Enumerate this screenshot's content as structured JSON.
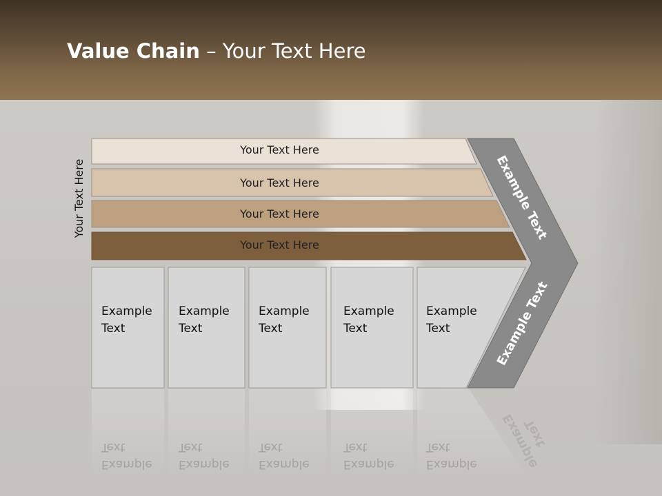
{
  "slide": {
    "title_bold": "Value Chain",
    "title_rest": " – Your Text Here"
  },
  "diagram": {
    "side_label": "Your Text Here",
    "rows": [
      {
        "label": "Your Text Here",
        "color": "#ebe2d7"
      },
      {
        "label": "Your Text Here",
        "color": "#d8c4ad"
      },
      {
        "label": "Your Text Here",
        "color": "#bca07f"
      },
      {
        "label": "Your Text Here",
        "color": "#7d5e3d"
      }
    ],
    "columns": [
      {
        "line1": "Example",
        "line2": "Text"
      },
      {
        "line1": "Example",
        "line2": "Text"
      },
      {
        "line1": "Example",
        "line2": "Text"
      },
      {
        "line1": "Example",
        "line2": "Text"
      },
      {
        "line1": "Example",
        "line2": "Text"
      }
    ],
    "arrow_upper_label": "Example Text",
    "arrow_lower_label": "Example Text",
    "arrow_color": "#8a8a8a",
    "column_color": "#d6d6d6"
  }
}
